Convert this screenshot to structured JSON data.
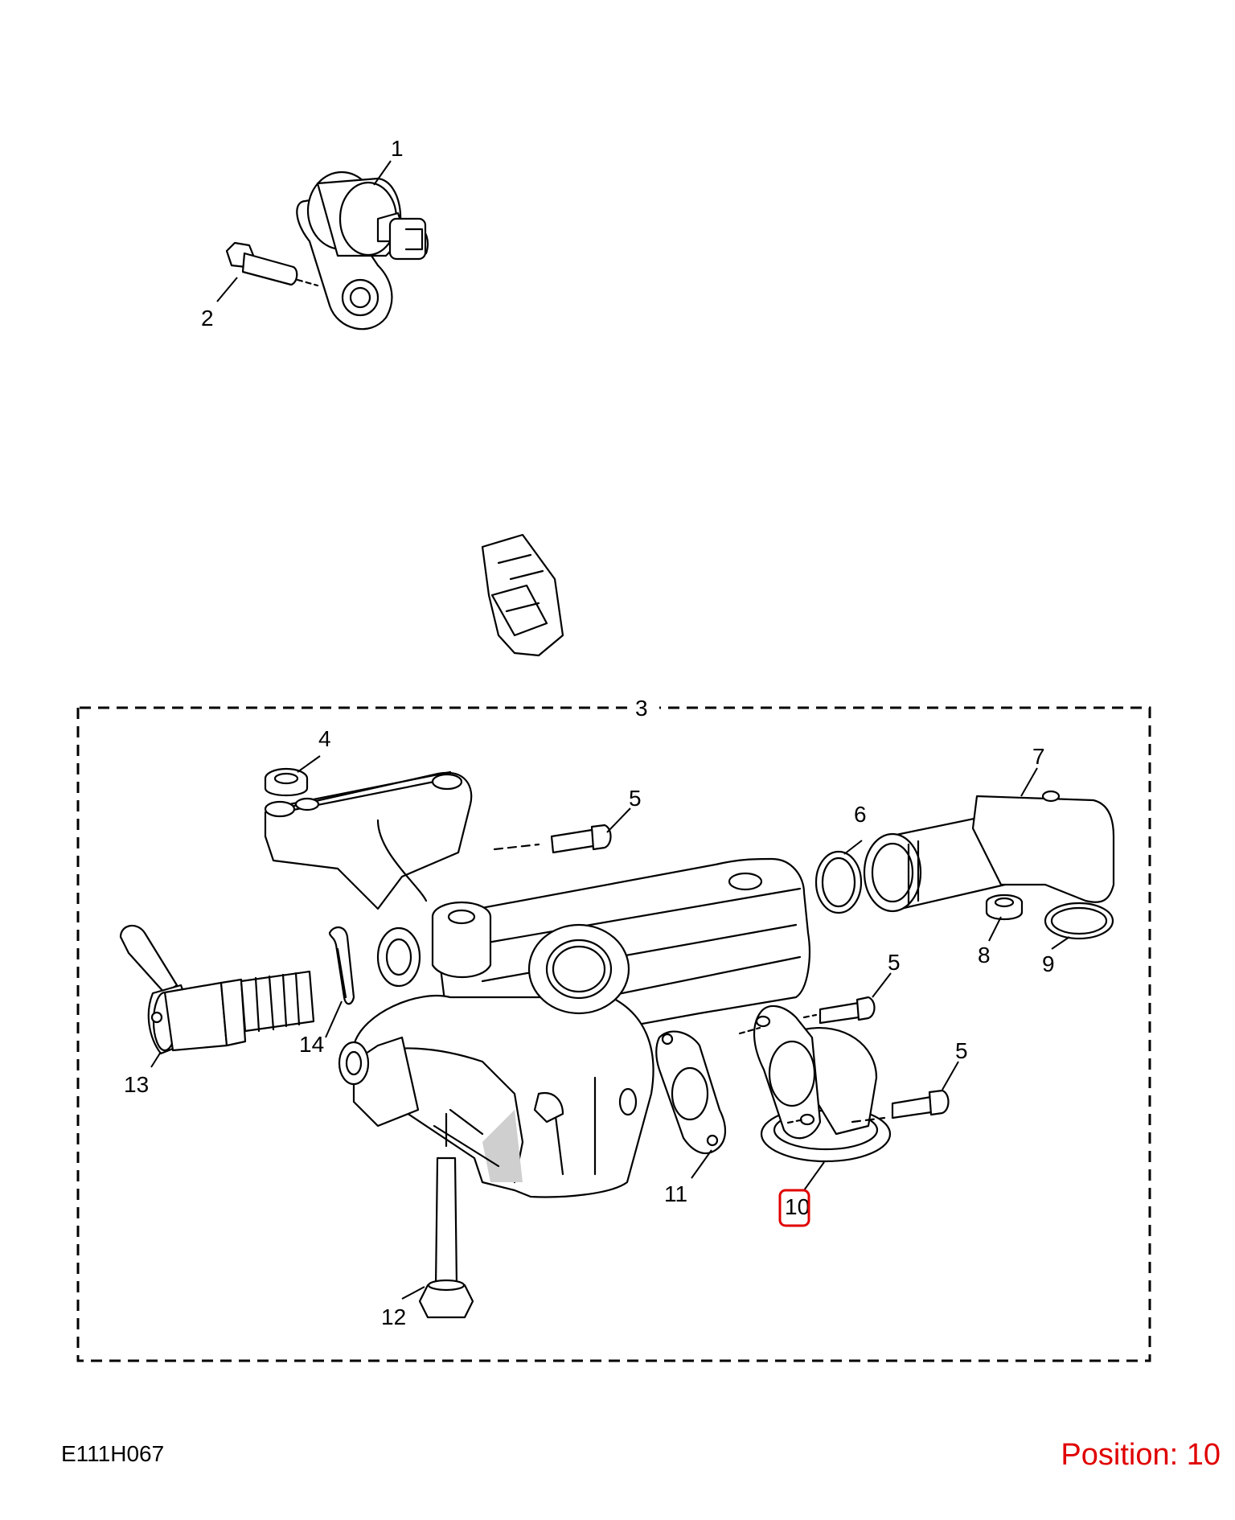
{
  "diagram_code": "E111H067",
  "position_text": "Position: 10",
  "highlight_color": "#e00000",
  "callouts": {
    "c1": "1",
    "c2": "2",
    "c3": "3",
    "c4": "4",
    "c5a": "5",
    "c5b": "5",
    "c5c": "5",
    "c6": "6",
    "c7": "7",
    "c8": "8",
    "c9": "9",
    "c10": "10",
    "c11": "11",
    "c12": "12",
    "c13": "13",
    "c14": "14"
  }
}
